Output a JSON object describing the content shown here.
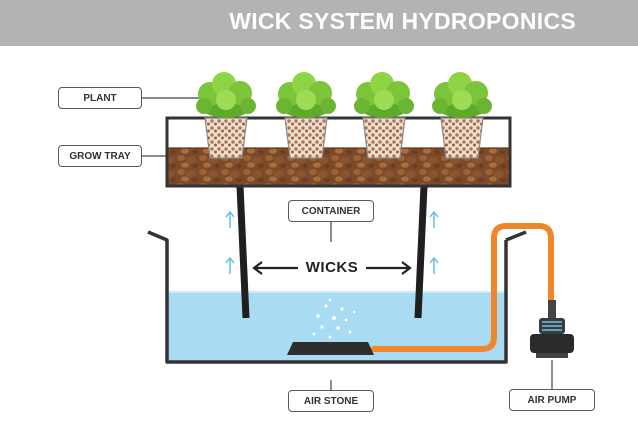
{
  "title": "WICK SYSTEM HYDROPONICS",
  "labels": {
    "plant": "PLANT",
    "grow_tray": "GROW TRAY",
    "container": "CONTAINER",
    "wicks": "WICKS",
    "air_stone": "AIR STONE",
    "air_pump": "AIR PUMP"
  },
  "colors": {
    "header": "#b3b3b3",
    "water": "#a9dcf2",
    "media": "#7a4a2a",
    "tubing": "#f0862a",
    "leaves": "#7cc43a",
    "structure": "#333333",
    "arrows": "#6ec3e6"
  }
}
